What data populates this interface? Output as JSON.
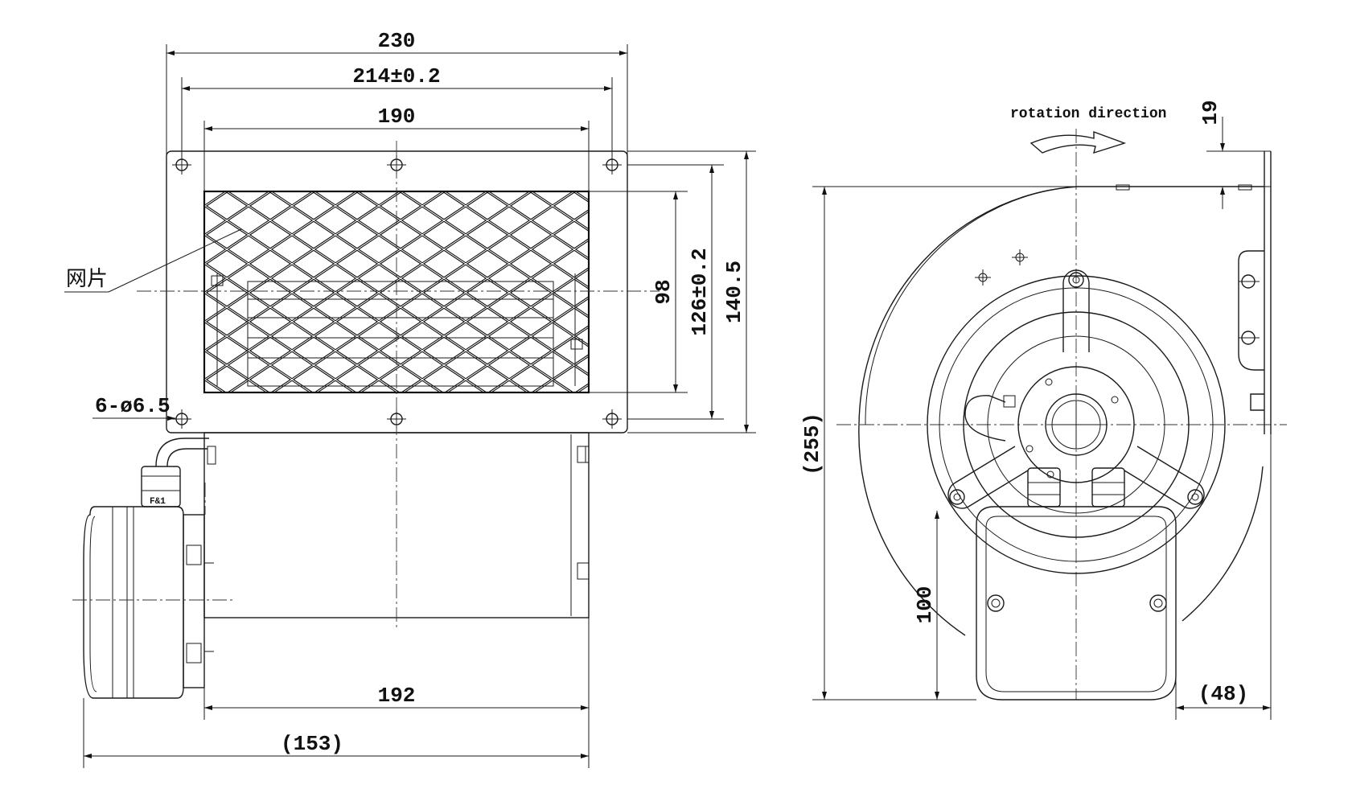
{
  "front_view": {
    "dim_overall_width": "230",
    "dim_hole_spacing": "214±0.2",
    "dim_grille_width": "190",
    "dim_grille_height": "98",
    "dim_hole_height": "126±0.2",
    "dim_flange_height": "140.5",
    "grille_label": "网片",
    "holes_label": "6-ø6.5",
    "dim_body_length": "192",
    "dim_total_length": "(153)",
    "plug_marking": "F&1"
  },
  "side_view": {
    "rotation_label": "rotation direction",
    "dim_top_offset": "19",
    "dim_total_height": "(255)",
    "dim_box_height": "100",
    "dim_right_offset": "(48)"
  }
}
